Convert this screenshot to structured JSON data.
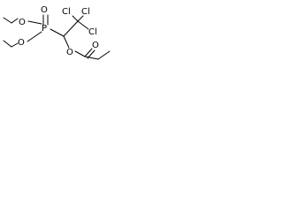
{
  "molecule": {
    "atoms": {
      "cl_top_left": "Cl",
      "cl_top_right": "Cl",
      "cl_right": "Cl",
      "phosphorus": "P",
      "o_phosphoryl": "O",
      "o_ester_upper": "O",
      "o_ester_lower": "O",
      "o_ester_acyl": "O",
      "o_carbonyl": "O"
    }
  }
}
